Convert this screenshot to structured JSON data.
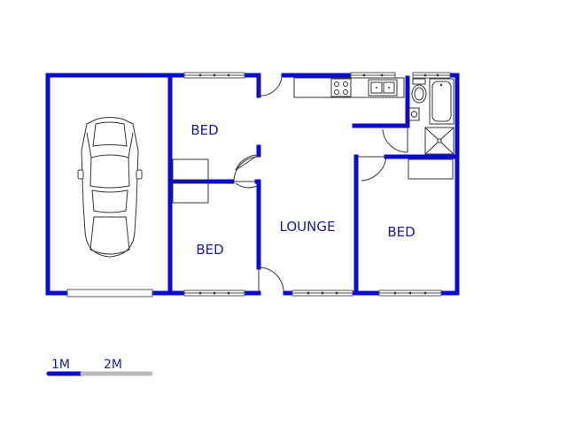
{
  "colors": {
    "wall": "#0a0ad2",
    "label": "#1a1a9c",
    "fixture": "#333333",
    "scale_gray": "#bbbbbb"
  },
  "rooms": {
    "bed_top": "BED",
    "bed_bottom": "BED",
    "lounge": "LOUNGE",
    "bed_right": "BED"
  },
  "scale": {
    "label_1m": "1M",
    "label_2m": "2M"
  },
  "icons": {
    "car": "car-icon",
    "stove": "stove-icon",
    "sink": "sink-icon",
    "toilet": "toilet-icon",
    "bath": "bathtub-icon",
    "shower": "shower-icon",
    "basin": "basin-icon"
  }
}
